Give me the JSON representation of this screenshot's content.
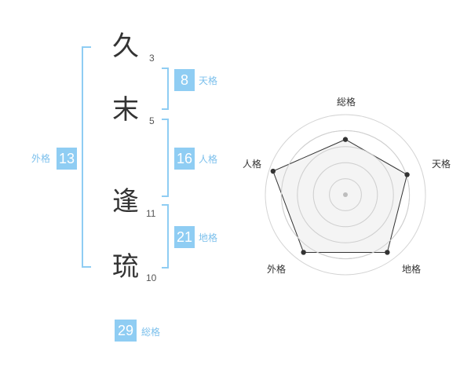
{
  "name": {
    "chars": [
      {
        "char": "久",
        "strokes": "3"
      },
      {
        "char": "末",
        "strokes": "5"
      },
      {
        "char": "逢",
        "strokes": "11"
      },
      {
        "char": "琉",
        "strokes": "10"
      }
    ]
  },
  "fortunes": {
    "tenkaku": {
      "value": "8",
      "label": "天格"
    },
    "jinkaku": {
      "value": "16",
      "label": "人格"
    },
    "chikaku": {
      "value": "21",
      "label": "地格"
    },
    "gaikaku": {
      "value": "13",
      "label": "外格"
    },
    "soukaku": {
      "value": "29",
      "label": "総格"
    }
  },
  "colors": {
    "accent": "#8fcdf3",
    "bracket": "#8fcdf3",
    "radar_fill": "#f0f0f0",
    "radar_line": "#333333"
  },
  "radar": {
    "axes": [
      "総格",
      "天格",
      "地格",
      "外格",
      "人格"
    ],
    "levels": 5,
    "values": [
      0.69,
      0.81,
      0.89,
      0.89,
      0.95
    ]
  }
}
